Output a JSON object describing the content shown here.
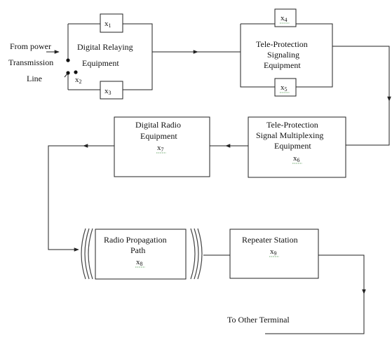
{
  "input_label": {
    "line1": "From power",
    "line2": "Transmission",
    "line3": "Line"
  },
  "switch_label": {
    "var": "x",
    "sub": "2"
  },
  "relaying": {
    "line1": "Digital Relaying",
    "line2": "Equipment"
  },
  "var_x1": {
    "var": "x",
    "sub": "1"
  },
  "var_x3": {
    "var": "x",
    "sub": "3"
  },
  "tele_signal": {
    "line1": "Tele-Protection",
    "line2": "Signaling",
    "line3": "Equipment"
  },
  "var_x4": {
    "var": "x",
    "sub": "4"
  },
  "var_x5": {
    "var": "x",
    "sub": "5"
  },
  "tele_mux": {
    "line1": "Tele-Protection",
    "line2": "Signal Multiplexing",
    "line3": "Equipment",
    "var": "x",
    "sub": "6"
  },
  "radio_equip": {
    "line1": "Digital Radio",
    "line2": "Equipment",
    "var": "x",
    "sub": "7"
  },
  "propagation": {
    "line1": "Radio Propagation",
    "line2": "Path",
    "var": "x",
    "sub": "8"
  },
  "repeater": {
    "line1": "Repeater Station",
    "var": "x",
    "sub": "9"
  },
  "output_label": "To Other Terminal"
}
